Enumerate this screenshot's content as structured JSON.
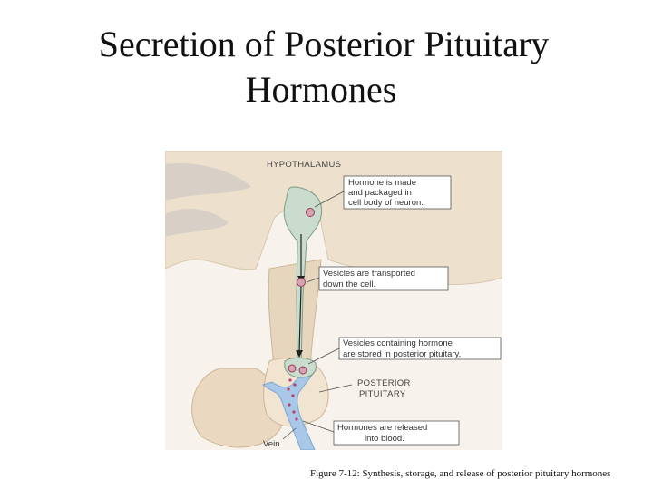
{
  "slide": {
    "title_line1": "Secretion of Posterior Pituitary",
    "title_line2": "Hormones",
    "caption": "Figure 7-12: Synthesis, storage, and release of posterior pituitary hormones"
  },
  "figure": {
    "region_label": "HYPOTHALAMUS",
    "callouts": [
      {
        "line1": "Hormone is made",
        "line2": "and packaged in",
        "line3": "cell body of neuron."
      },
      {
        "line1": "Vesicles are transported",
        "line2": "down the cell."
      },
      {
        "line1": "Vesicles containing hormone",
        "line2": "are stored in posterior pituitary."
      },
      {
        "line1": "Hormones are released",
        "line2": "into blood."
      }
    ],
    "pituitary_label_line1": "POSTERIOR",
    "pituitary_label_line2": "PITUITARY",
    "vein_label": "Vein"
  }
}
